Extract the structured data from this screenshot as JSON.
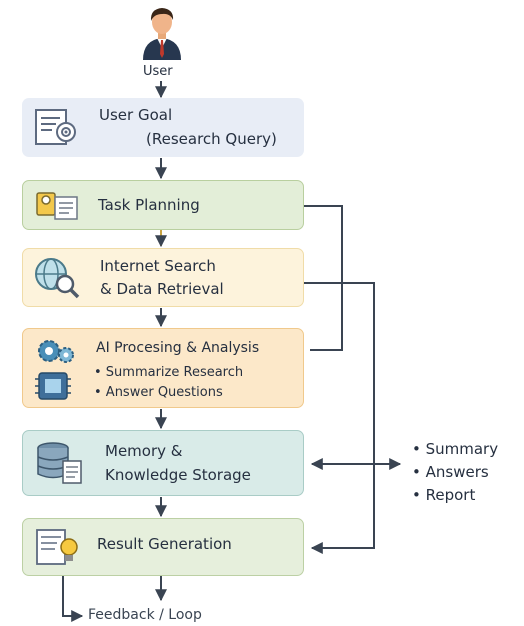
{
  "user": {
    "label": "User"
  },
  "nodes": {
    "goal": {
      "title": "User Goal",
      "subtitle": "(Research Query)"
    },
    "planning": {
      "title": "Task Planning"
    },
    "search": {
      "line1": "Internet Search",
      "line2": "& Data Retrieval"
    },
    "ai": {
      "title": "AI Procesing & Analysis",
      "bullets": [
        "• Summarize Research",
        "• Answer Questions"
      ]
    },
    "memory": {
      "line1": "Memory &",
      "line2": "Knowledge Storage"
    },
    "result": {
      "title": "Result Generation"
    }
  },
  "outputs": [
    "• Summary",
    "• Answers",
    "• Report"
  ],
  "feedback": {
    "label": "Feedback / Loop"
  },
  "colors": {
    "goal_bg": "#e8edf6",
    "planning_bg": "#e3eed8",
    "search_bg": "#fdf3dc",
    "ai_bg": "#fce8c9",
    "memory_bg": "#d9ebe8",
    "result_bg": "#e6efdc",
    "line": "#3a4452"
  },
  "icons": {
    "user": "businessman-avatar-icon",
    "goal": "document-target-icon",
    "planning": "planning-board-icon",
    "search": "globe-magnifier-icon",
    "ai": "gears-chip-icon",
    "memory": "database-document-icon",
    "result": "report-lightbulb-icon"
  }
}
